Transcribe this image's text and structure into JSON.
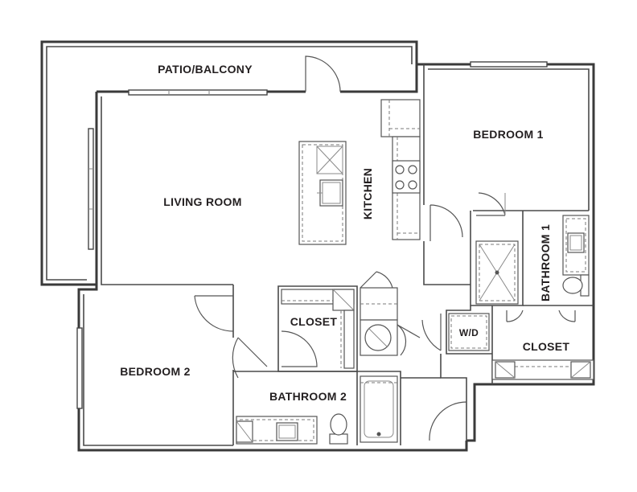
{
  "plan": {
    "rooms": {
      "patio": "PATIO/BALCONY",
      "living": "LIVING ROOM",
      "kitchen": "KITCHEN",
      "bedroom1": "BEDROOM 1",
      "bathroom1": "BATHROOM 1",
      "bedroom2": "BEDROOM 2",
      "closet_a": "CLOSET",
      "closet_b": "CLOSET",
      "bathroom2": "BATHROOM 2",
      "wd": "W/D"
    },
    "icons": {
      "door": "door-swing-icon",
      "sink": "sink-icon",
      "toilet": "toilet-icon",
      "range": "range-icon",
      "bathtub": "bathtub-icon",
      "shower": "shower-icon",
      "window": "window-icon"
    },
    "colors": {
      "wall": "#3a3a3a",
      "label": "#231f20",
      "background": "#ffffff"
    }
  }
}
